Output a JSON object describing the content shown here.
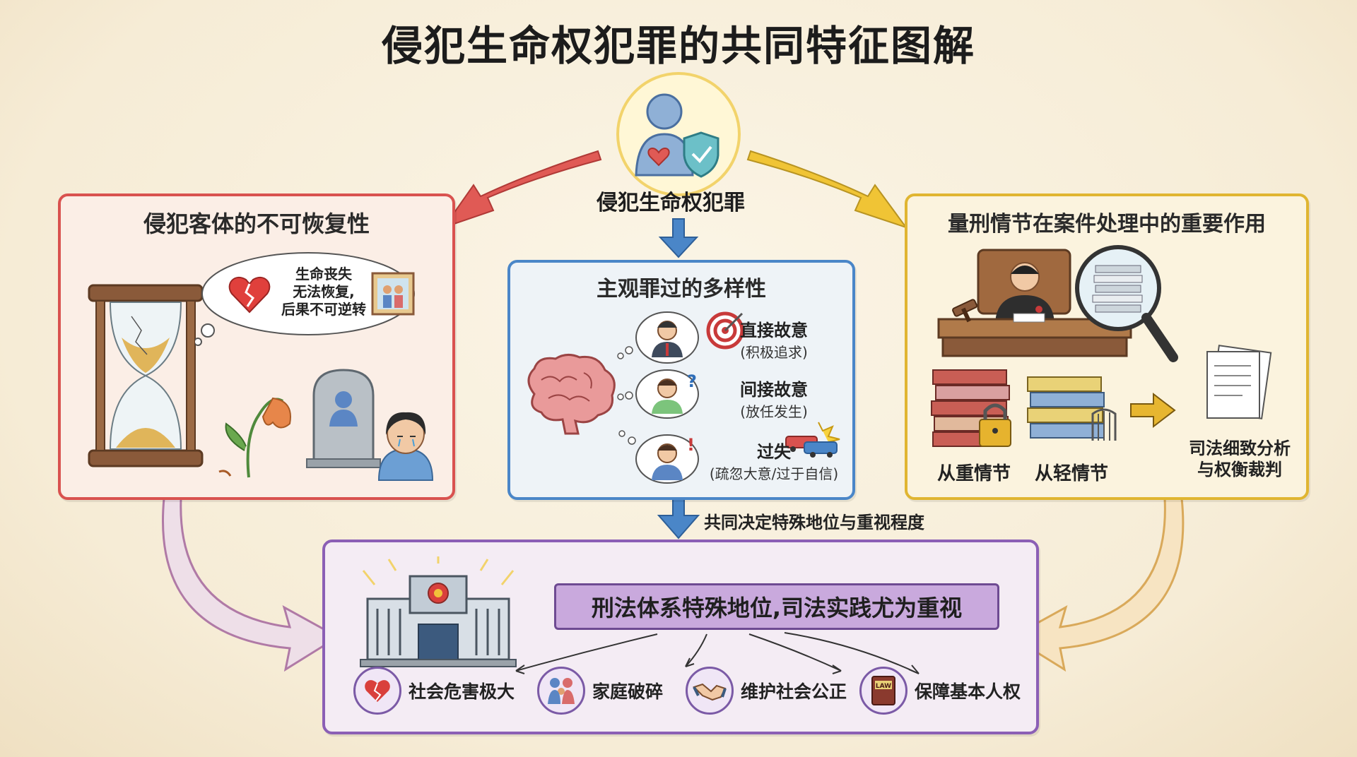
{
  "title": "侵犯生命权犯罪的共同特征图解",
  "center_node": {
    "label": "侵犯生命权犯罪"
  },
  "left_panel": {
    "title": "侵犯客体的不可恢复性",
    "thought": [
      "生命丧失",
      "无法恢复,",
      "后果不可逆转"
    ]
  },
  "center_panel": {
    "title": "主观罪过的多样性",
    "items": [
      {
        "title": "直接故意",
        "sub": "(积极追求)"
      },
      {
        "title": "间接故意",
        "sub": "(放任发生)"
      },
      {
        "title": "过失",
        "sub": "(疏忽大意/过于自信)"
      }
    ]
  },
  "right_panel": {
    "title": "量刑情节在案件处理中的重要作用",
    "labels": {
      "heavy": "从重情节",
      "light": "从轻情节"
    },
    "analysis": [
      "司法细致分析",
      "与权衡裁判"
    ]
  },
  "connector_label": "共同决定特殊地位与重视程度",
  "bottom_panel": {
    "banner": "刑法体系特殊地位,司法实践尤为重视",
    "items": [
      {
        "label": "社会危害极大",
        "icon": "broken-heart-icon"
      },
      {
        "label": "家庭破碎",
        "icon": "family-icon"
      },
      {
        "label": "维护社会公正",
        "icon": "handshake-icon"
      },
      {
        "label": "保障基本人权",
        "icon": "law-book-icon"
      }
    ],
    "law_book_text": "LAW"
  },
  "colors": {
    "red": "#d9524f",
    "blue": "#4a86c8",
    "yellow": "#e0b531",
    "purple": "#8b5fb5"
  }
}
